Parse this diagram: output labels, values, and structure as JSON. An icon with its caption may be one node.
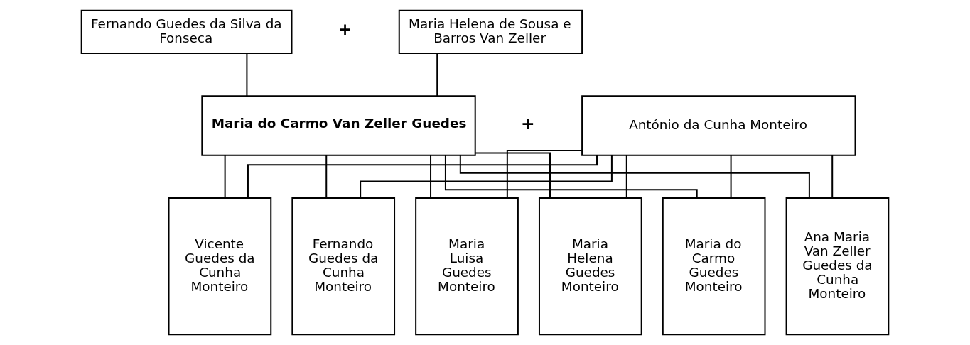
{
  "diagram": {
    "nodes": [
      {
        "text": [
          "Fernando Guedes da Silva da Fonseca"
        ]
      },
      {
        "text": [
          "Maria Helena de Sousa e Barros Van Zeller"
        ]
      },
      {
        "text": [
          "Maria do Carmo Van Zeller Guedes"
        ]
      },
      {
        "text": [
          "António da Cunha Monteiro"
        ]
      },
      {
        "text": [
          "Vicente Guedes da Cunha Monteiro"
        ]
      },
      {
        "text": [
          "Fernando Guedes da Cunha Monteiro"
        ]
      },
      {
        "text": [
          "Maria Luisa Guedes Monteiro"
        ]
      },
      {
        "text": [
          "Maria Helena Guedes Monteiro"
        ]
      },
      {
        "text": [
          "Maria do Carmo Guedes Monteiro"
        ]
      },
      {
        "text": [
          "Ana Maria Van Zeller Guedes da Cunha Monteiro"
        ]
      }
    ],
    "edges": [
      {
        "from": 0,
        "to": 2,
        "arrow": "none"
      },
      {
        "from": 1,
        "to": 2,
        "arrow": "none"
      },
      {
        "from": 2,
        "to": 4,
        "arrow": "none"
      },
      {
        "from": 3,
        "to": 4,
        "arrow": "none"
      },
      {
        "from": 2,
        "to": 5,
        "arrow": "none"
      },
      {
        "from": 3,
        "to": 5,
        "arrow": "none"
      },
      {
        "from": 2,
        "to": 6,
        "arrow": "none"
      },
      {
        "from": 3,
        "to": 6,
        "arrow": "none"
      },
      {
        "from": 2,
        "to": 7,
        "arrow": "none"
      },
      {
        "from": 3,
        "to": 7,
        "arrow": "none"
      },
      {
        "from": 2,
        "to": 8,
        "arrow": "none"
      },
      {
        "from": 3,
        "to": 8,
        "arrow": "none"
      },
      {
        "from": 2,
        "to": 9,
        "arrow": "none"
      },
      {
        "from": 3,
        "to": 9,
        "arrow": "none"
      }
    ],
    "labels": [
      "+",
      "+"
    ]
  }
}
